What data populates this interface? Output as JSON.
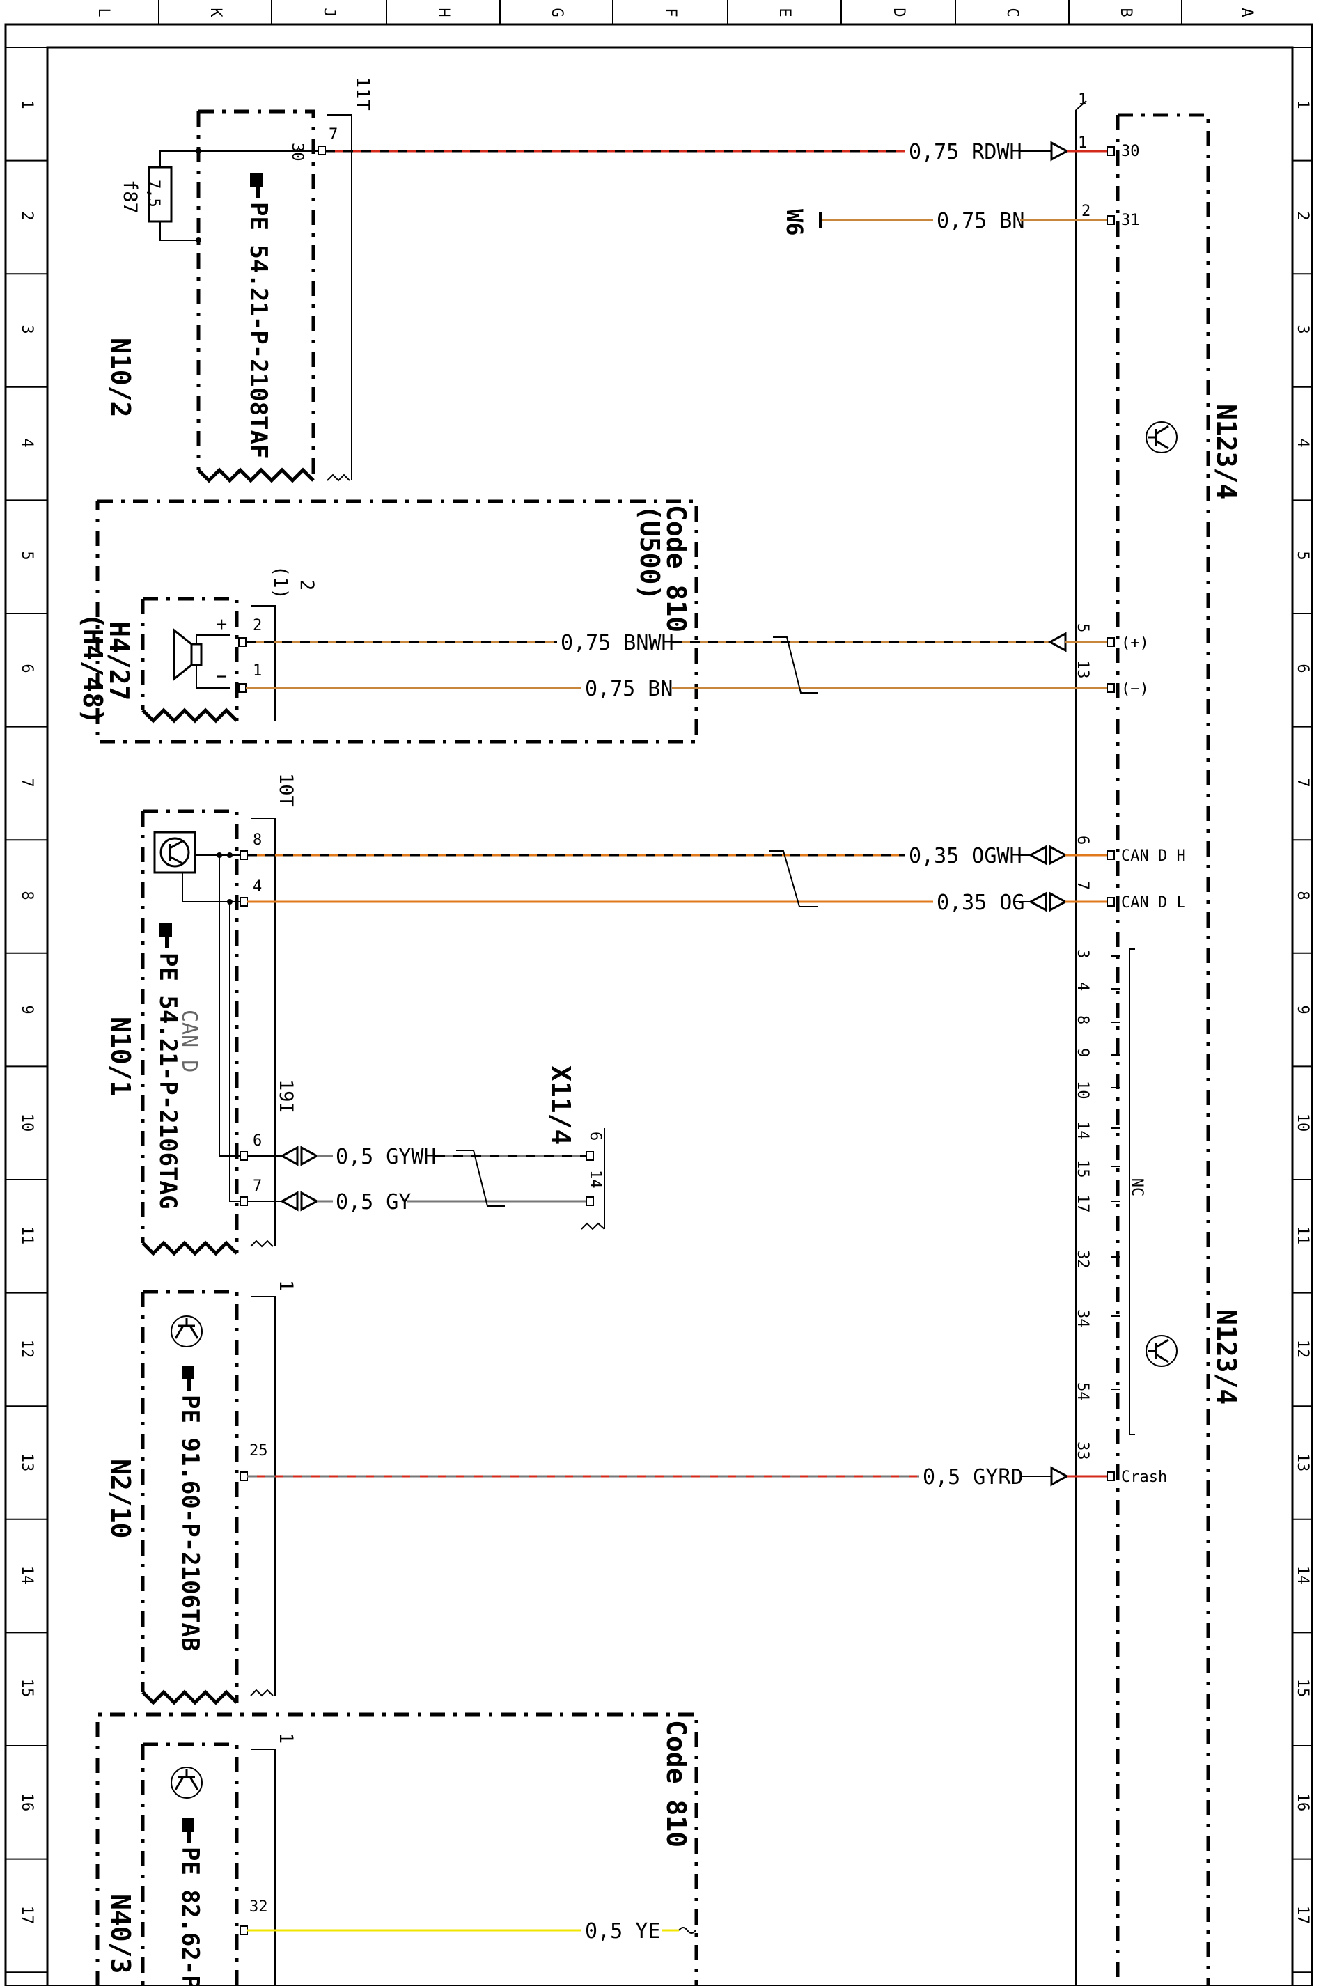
{
  "colors": {
    "rdwh": "#d42a1c",
    "bn": "#c8863c",
    "bnwh": "#c8863c",
    "og": "#e07a1c",
    "gy": "#777777",
    "gyrd": "#d42a1c",
    "ye": "#f2e600"
  },
  "grid": {
    "columns": [
      "L",
      "K",
      "J",
      "H",
      "G",
      "F",
      "E",
      "D",
      "C",
      "B",
      "A"
    ],
    "rows": [
      "1",
      "2",
      "3",
      "4",
      "5",
      "6",
      "7",
      "8",
      "9",
      "10",
      "11",
      "12",
      "13",
      "14",
      "15",
      "16",
      "17"
    ]
  },
  "components": {
    "n10_2": {
      "id": "N10/2",
      "pe": "PE 54.21-P-2108TAF",
      "fuse": "f87",
      "fuse_value": "7,5",
      "ref": "11T",
      "conn_no": "7",
      "pin": "30"
    },
    "h4_27": {
      "id": "H4/27",
      "alt": "(H4/48)",
      "code": "Code 810",
      "code_sub": "(U500)",
      "ref_a": "2",
      "ref_b": "(1)",
      "pin_plus": "2",
      "pin_minus": "1",
      "sign_plus": "+",
      "sign_minus": "−"
    },
    "n10_1": {
      "id": "N10/1",
      "pe": "PE 54.21-P-2106TAG",
      "bus": "CAN D",
      "ref_a": "10T",
      "ref_b": "19I",
      "pin_a": "8",
      "pin_b": "4",
      "pin_c": "6",
      "pin_d": "7"
    },
    "x11_4": {
      "id": "X11/4",
      "pin_a": "6",
      "pin_b": "14"
    },
    "n2_10": {
      "id": "N2/10",
      "pe": "PE 91.60-P-2106TAB",
      "ref": "1",
      "pin": "25"
    },
    "n40_3": {
      "id": "N40/3",
      "pe": "PE 82.62-P-",
      "code": "Code 810",
      "ref": "1",
      "pin": "32"
    },
    "n123_4": {
      "id": "N123/4",
      "ref": "1",
      "nc": "NC"
    },
    "w6": {
      "id": "W6"
    }
  },
  "wires": {
    "w30": {
      "label": "0,75 RDWH",
      "pin": "1",
      "signal": "30"
    },
    "w31": {
      "label": "0,75 BN",
      "pin": "2",
      "signal": "31"
    },
    "wplus": {
      "label": "0,75 BNWH",
      "pin": "5",
      "signal": "(+)"
    },
    "wminus": {
      "label": "0,75 BN",
      "pin": "13",
      "signal": "(−)"
    },
    "wcanh": {
      "label": "0,35 OGWH",
      "pin": "6",
      "signal": "CAN D H"
    },
    "wcanl": {
      "label": "0,35 OG",
      "pin": "7",
      "signal": "CAN D L"
    },
    "wgywh": {
      "label": "0,5 GYWH"
    },
    "wgy": {
      "label": "0,5 GY"
    },
    "wcrash": {
      "label": "0,5 GYRD",
      "pin": "33",
      "signal": "Crash"
    },
    "wye": {
      "label": "0,5 YE"
    }
  },
  "nc_pins": [
    "3",
    "4",
    "8",
    "9",
    "10",
    "14",
    "15",
    "17",
    "32",
    "34",
    "54"
  ]
}
